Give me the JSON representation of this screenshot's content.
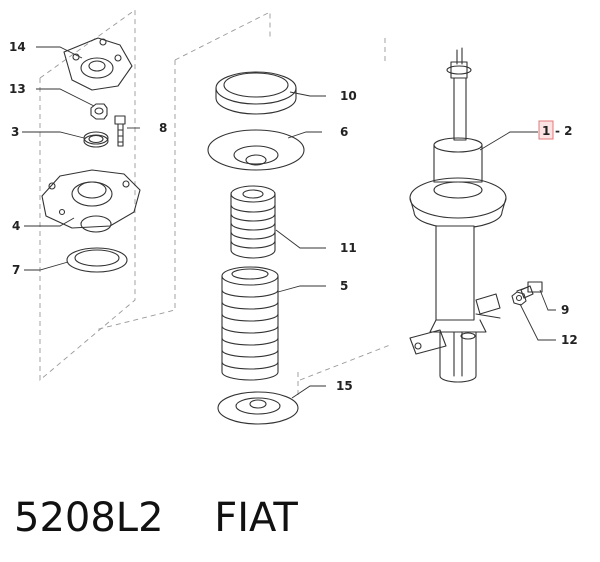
{
  "caption": {
    "code": "5208L2",
    "brand": "FIAT"
  },
  "callouts": {
    "c14": "14",
    "c13": "13",
    "c3": "3",
    "c8": "8",
    "c4": "4",
    "c7": "7",
    "c10": "10",
    "c6": "6",
    "c11": "11",
    "c5": "5",
    "c15": "15",
    "c1": "1",
    "c2": "- 2",
    "c9": "9",
    "c12": "12"
  }
}
